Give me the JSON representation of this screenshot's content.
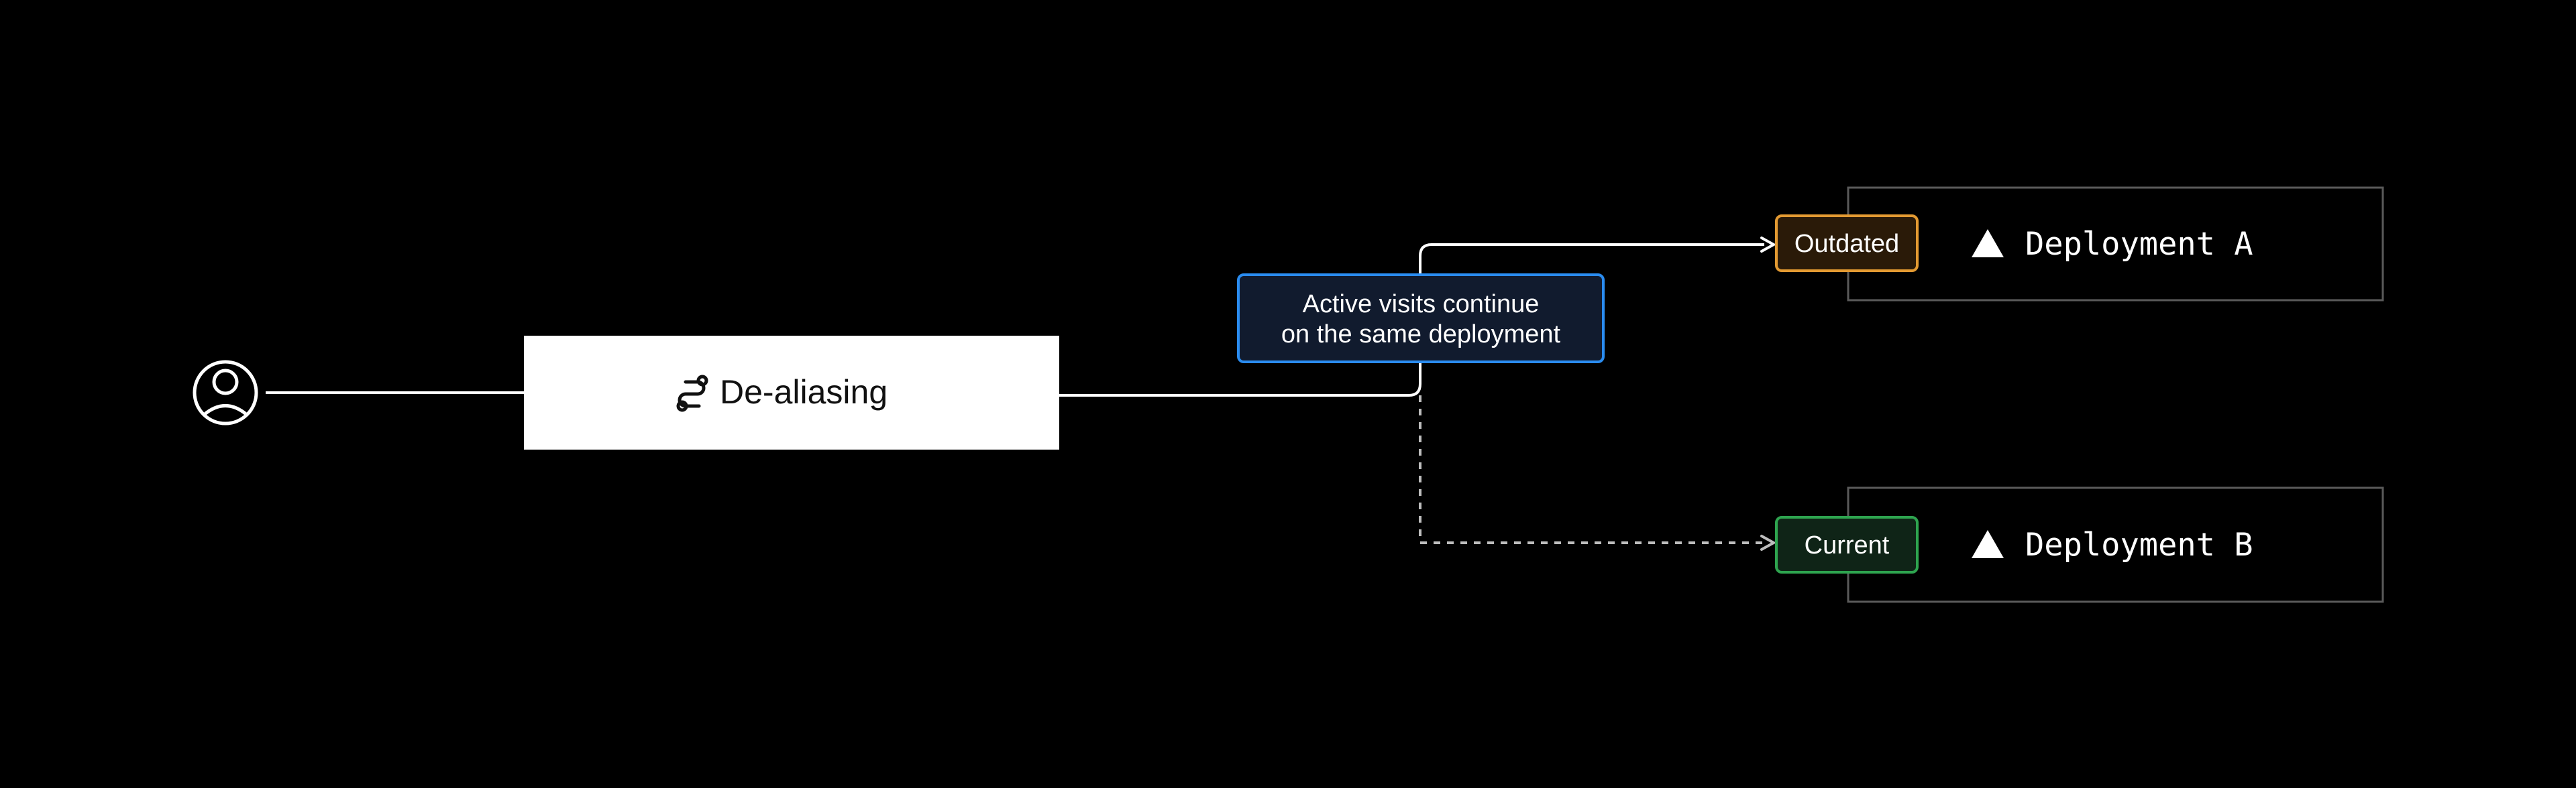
{
  "colors": {
    "background": "#000000",
    "line": "#ffffff",
    "dashed_line": "#bdbdbd",
    "box_border": "#5a5a5a",
    "tooltip_fill": "#111b2e",
    "tooltip_border": "#2a8cf0",
    "outdated_fill": "#2a1a08",
    "outdated_border": "#e39a32",
    "current_fill": "#0f2417",
    "current_border": "#2ea44f"
  },
  "icons": {
    "user": "user-circle-icon",
    "dealias": "dealiasing-icon",
    "deployment": "triangle-icon"
  },
  "dealias": {
    "label": "De-aliasing"
  },
  "tooltip": {
    "line1": "Active visits continue",
    "line2": "on the same deployment"
  },
  "deployments": [
    {
      "badge": "Outdated",
      "name": "Deployment A"
    },
    {
      "badge": "Current",
      "name": "Deployment B"
    }
  ]
}
